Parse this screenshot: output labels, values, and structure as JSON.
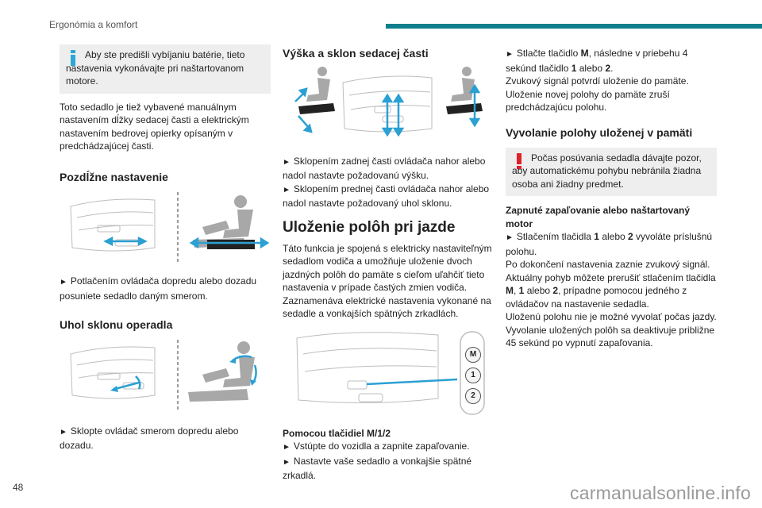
{
  "header": {
    "title": "Ergonómia a komfort"
  },
  "page_number": "48",
  "col1": {
    "info_note": "Aby ste predišli vybíjaniu batérie, tieto nastavenia vykonávajte pri naštartovanom motore.",
    "intro": "Toto sedadlo je tiež vybavené manuálnym nastavením dĺžky sedacej časti a elektrickým nastavením bedrovej opierky opísaným v predchádzajúcej časti.",
    "h_longitudinal": "Pozdĺžne nastavenie",
    "bullet_longitudinal": "Potlačením ovládača dopredu alebo dozadu posuniete sedadlo daným smerom.",
    "h_recline": "Uhol sklonu operadla",
    "bullet_recline": "Sklopte ovládač smerom dopredu alebo dozadu."
  },
  "col2": {
    "h_height": "Výška a sklon sedacej časti",
    "bullet_rear": "Sklopením zadnej časti ovládača nahor alebo nadol nastavte požadovanú výšku.",
    "bullet_front": "Sklopením prednej časti ovládača nahor alebo nadol nastavte požadovaný uhol sklonu.",
    "h_memory": "Uloženie polôh pri jazde",
    "memory_p1": "Táto funkcia je spojená s elektricky nastaviteľným sedadlom vodiča a umožňuje uloženie dvoch jazdných polôh do pamäte s cieľom uľahčiť tieto nastavenia v prípade častých zmien vodiča.",
    "memory_p2": "Zaznamenáva elektrické nastavenia vykonané na sedadle a vonkajších spätných zrkadlách.",
    "buttons": [
      "M",
      "1",
      "2"
    ],
    "h_buttons": "Pomocou tlačidiel M/1/2",
    "bullet_enter": "Vstúpte do vozidla a zapnite zapaľovanie.",
    "bullet_adjust": "Nastavte vaše sedadlo a vonkajšie spätné zrkadlá."
  },
  "col3": {
    "s_a": "Stlačte tlačidlo ",
    "s_b": "M",
    "s_c": ", následne v priebehu 4 sekúnd tlačidlo ",
    "s_d": "1",
    "s_e": " alebo ",
    "s_f": "2",
    "s_g": ".",
    "beep": "Zvukový signál potvrdí uloženie do pamäte.",
    "overwrite": "Uloženie novej polohy do pamäte zruší predchádzajúcu polohu.",
    "h_recall": "Vyvolanie polohy uloženej v pamäti",
    "warn_note": "Počas posúvania sedadla dávajte pozor, aby automatickému pohybu nebránila žiadna osoba ani žiadny predmet.",
    "ignition": "Zapnuté zapaľovanie alebo naštartovaný motor",
    "r_a": "Stlačením tlačidla ",
    "r_b": "1",
    "r_c": " alebo ",
    "r_d": "2",
    "r_e": " vyvoláte príslušnú polohu.",
    "done": "Po dokončení nastavenia zaznie zvukový signál.",
    "i_a": "Aktuálny pohyb môžete prerušiť stlačením tlačidla ",
    "i_b": "M",
    "i_c": ", ",
    "i_d": "1",
    "i_e": " alebo ",
    "i_f": "2",
    "i_g": ", prípadne pomocou jedného z ovládačov na nastavenie sedadla.",
    "no_recall": "Uloženú polohu nie je možné vyvolať počas jazdy.",
    "deactivate": "Vyvolanie uložených polôh sa deaktivuje približne 45 sekúnd po vypnutí zapaľovania."
  },
  "watermark": "carmanualsonline.info",
  "colors": {
    "accent": "#0e7f8c",
    "info": "#2ea6d6",
    "warning": "#e0202a"
  }
}
